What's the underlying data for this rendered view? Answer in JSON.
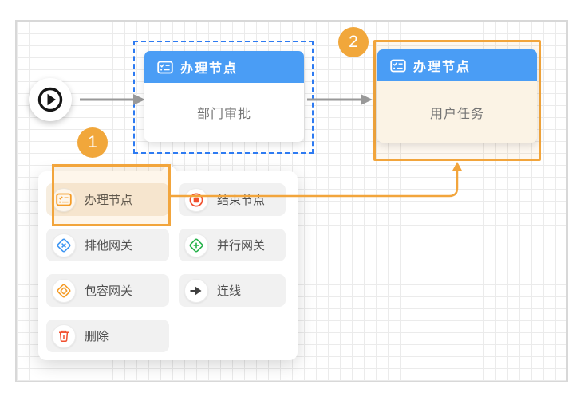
{
  "flow": {
    "start_node": {
      "icon": "play-icon"
    },
    "approval_node": {
      "header_icon": "task-list-icon",
      "header_label": "办理节点",
      "body_label": "部门审批",
      "state": "dashed-selected"
    },
    "user_task_node": {
      "header_icon": "task-list-icon",
      "header_label": "办理节点",
      "body_label": "用户任务",
      "state": "orange-selected"
    }
  },
  "annotations": {
    "step1": {
      "number": "1",
      "target": "menu-item-task-node"
    },
    "step2": {
      "number": "2",
      "target": "user-task-node"
    }
  },
  "context_menu": {
    "items": [
      {
        "label": "办理节点",
        "icon": "task-node-icon",
        "highlighted": true
      },
      {
        "label": "结束节点",
        "icon": "end-node-icon",
        "highlighted": false
      },
      {
        "label": "排他网关",
        "icon": "exclusive-gateway-icon",
        "highlighted": false
      },
      {
        "label": "并行网关",
        "icon": "parallel-gateway-icon",
        "highlighted": false
      },
      {
        "label": "包容网关",
        "icon": "inclusive-gateway-icon",
        "highlighted": false
      },
      {
        "label": "连线",
        "icon": "connect-line-icon",
        "highlighted": false
      },
      {
        "label": "删除",
        "icon": "delete-icon",
        "highlighted": false
      }
    ]
  },
  "colors": {
    "node_header_blue": "#4A9DF5",
    "dashed_blue": "#2E7BF2",
    "annotation_orange": "#F2A53C",
    "badge_orange": "#F1A73B",
    "menu_item_bg": "#F1F1F1",
    "menu_item_highlight_bg": "#F6EDDF",
    "node_body_cream": "#FBF3E5",
    "icon_orange": "#F59B25",
    "icon_red": "#F1502F",
    "icon_blue": "#3D95F2",
    "icon_green": "#27B24B",
    "icon_dark": "#3F3F3F",
    "arrow_gray": "#999999",
    "grid_line": "#EBEBEB",
    "menu_text": "#4F4F4F",
    "node_text": "#757575"
  }
}
